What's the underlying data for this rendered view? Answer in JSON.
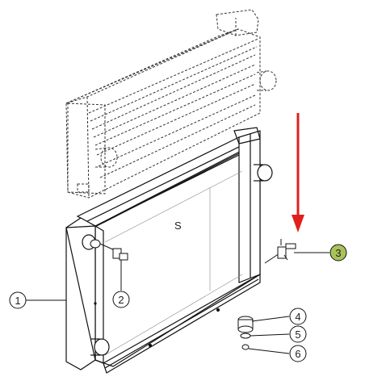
{
  "callouts": [
    {
      "label": "1",
      "highlighted": false
    },
    {
      "label": "2",
      "highlighted": false
    },
    {
      "label": "3",
      "highlighted": true
    },
    {
      "label": "4",
      "highlighted": false
    },
    {
      "label": "5",
      "highlighted": false
    },
    {
      "label": "6",
      "highlighted": false
    }
  ],
  "center_mark": "S",
  "colors": {
    "line": "#111111",
    "ghost_line": "#333333",
    "highlight_fill": "#a9c25a",
    "arrow": "#e0201b"
  },
  "icons": {
    "arrow": "down-arrow-icon"
  }
}
